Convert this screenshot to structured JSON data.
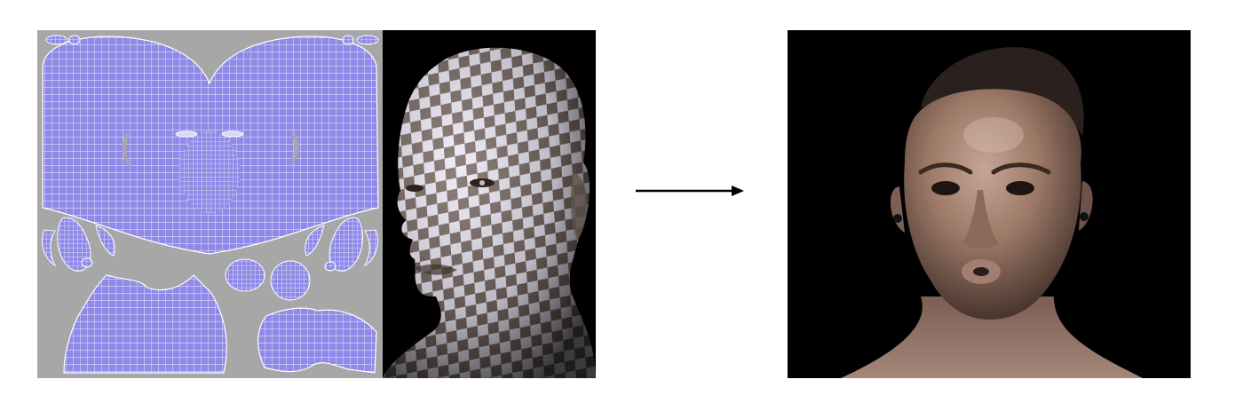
{
  "figure": {
    "panels": [
      {
        "id": "uv-layout",
        "content": "uv-map-wireframe"
      },
      {
        "id": "checker-head",
        "content": "checkerboard-textured-head"
      },
      {
        "id": "rendered-face",
        "content": "rendered-photoreal-face"
      }
    ],
    "arrow": {
      "direction": "right"
    }
  },
  "colors": {
    "uv_background": "#a7a7a7",
    "uv_fill": "#8f8ae8",
    "uv_wire": "#ffffff",
    "checker_light": "#ece9f4",
    "checker_dark": "#7a6a63",
    "render_background": "#000000",
    "skin": "#a7826f",
    "arrow": "#000000"
  }
}
